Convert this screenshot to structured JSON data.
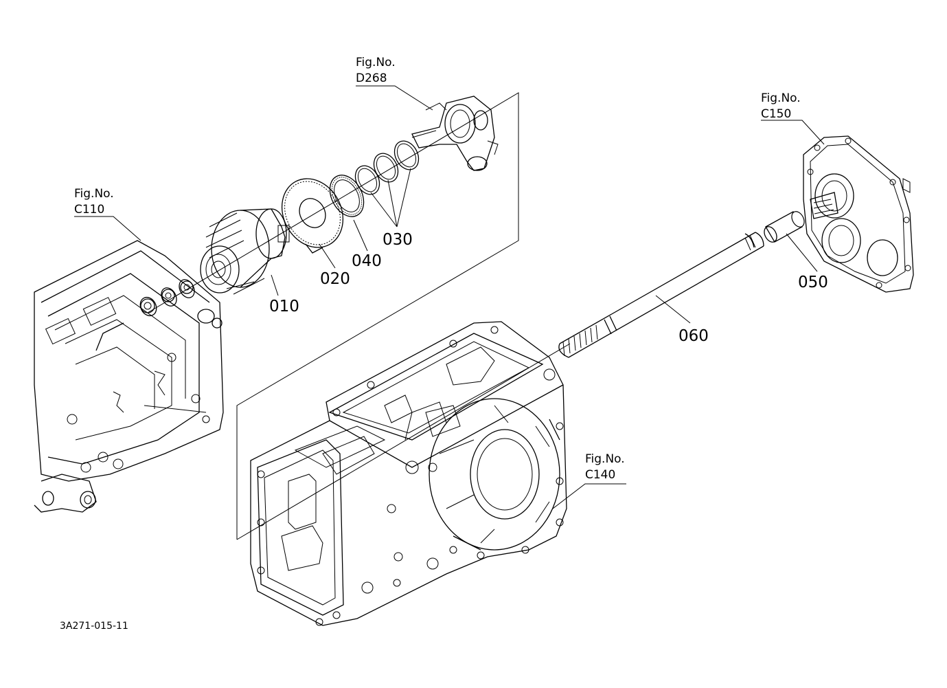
{
  "figure_refs": {
    "d268": {
      "label": "Fig.No.",
      "number": "D268"
    },
    "c150": {
      "label": "Fig.No.",
      "number": "C150"
    },
    "c110": {
      "label": "Fig.No.",
      "number": "C110"
    },
    "c140": {
      "label": "Fig.No.",
      "number": "C140"
    }
  },
  "parts": {
    "p010": "010",
    "p020": "020",
    "p030": "030",
    "p040": "040",
    "p050": "050",
    "p060": "060"
  },
  "drawing_code": "3A271-015-11"
}
